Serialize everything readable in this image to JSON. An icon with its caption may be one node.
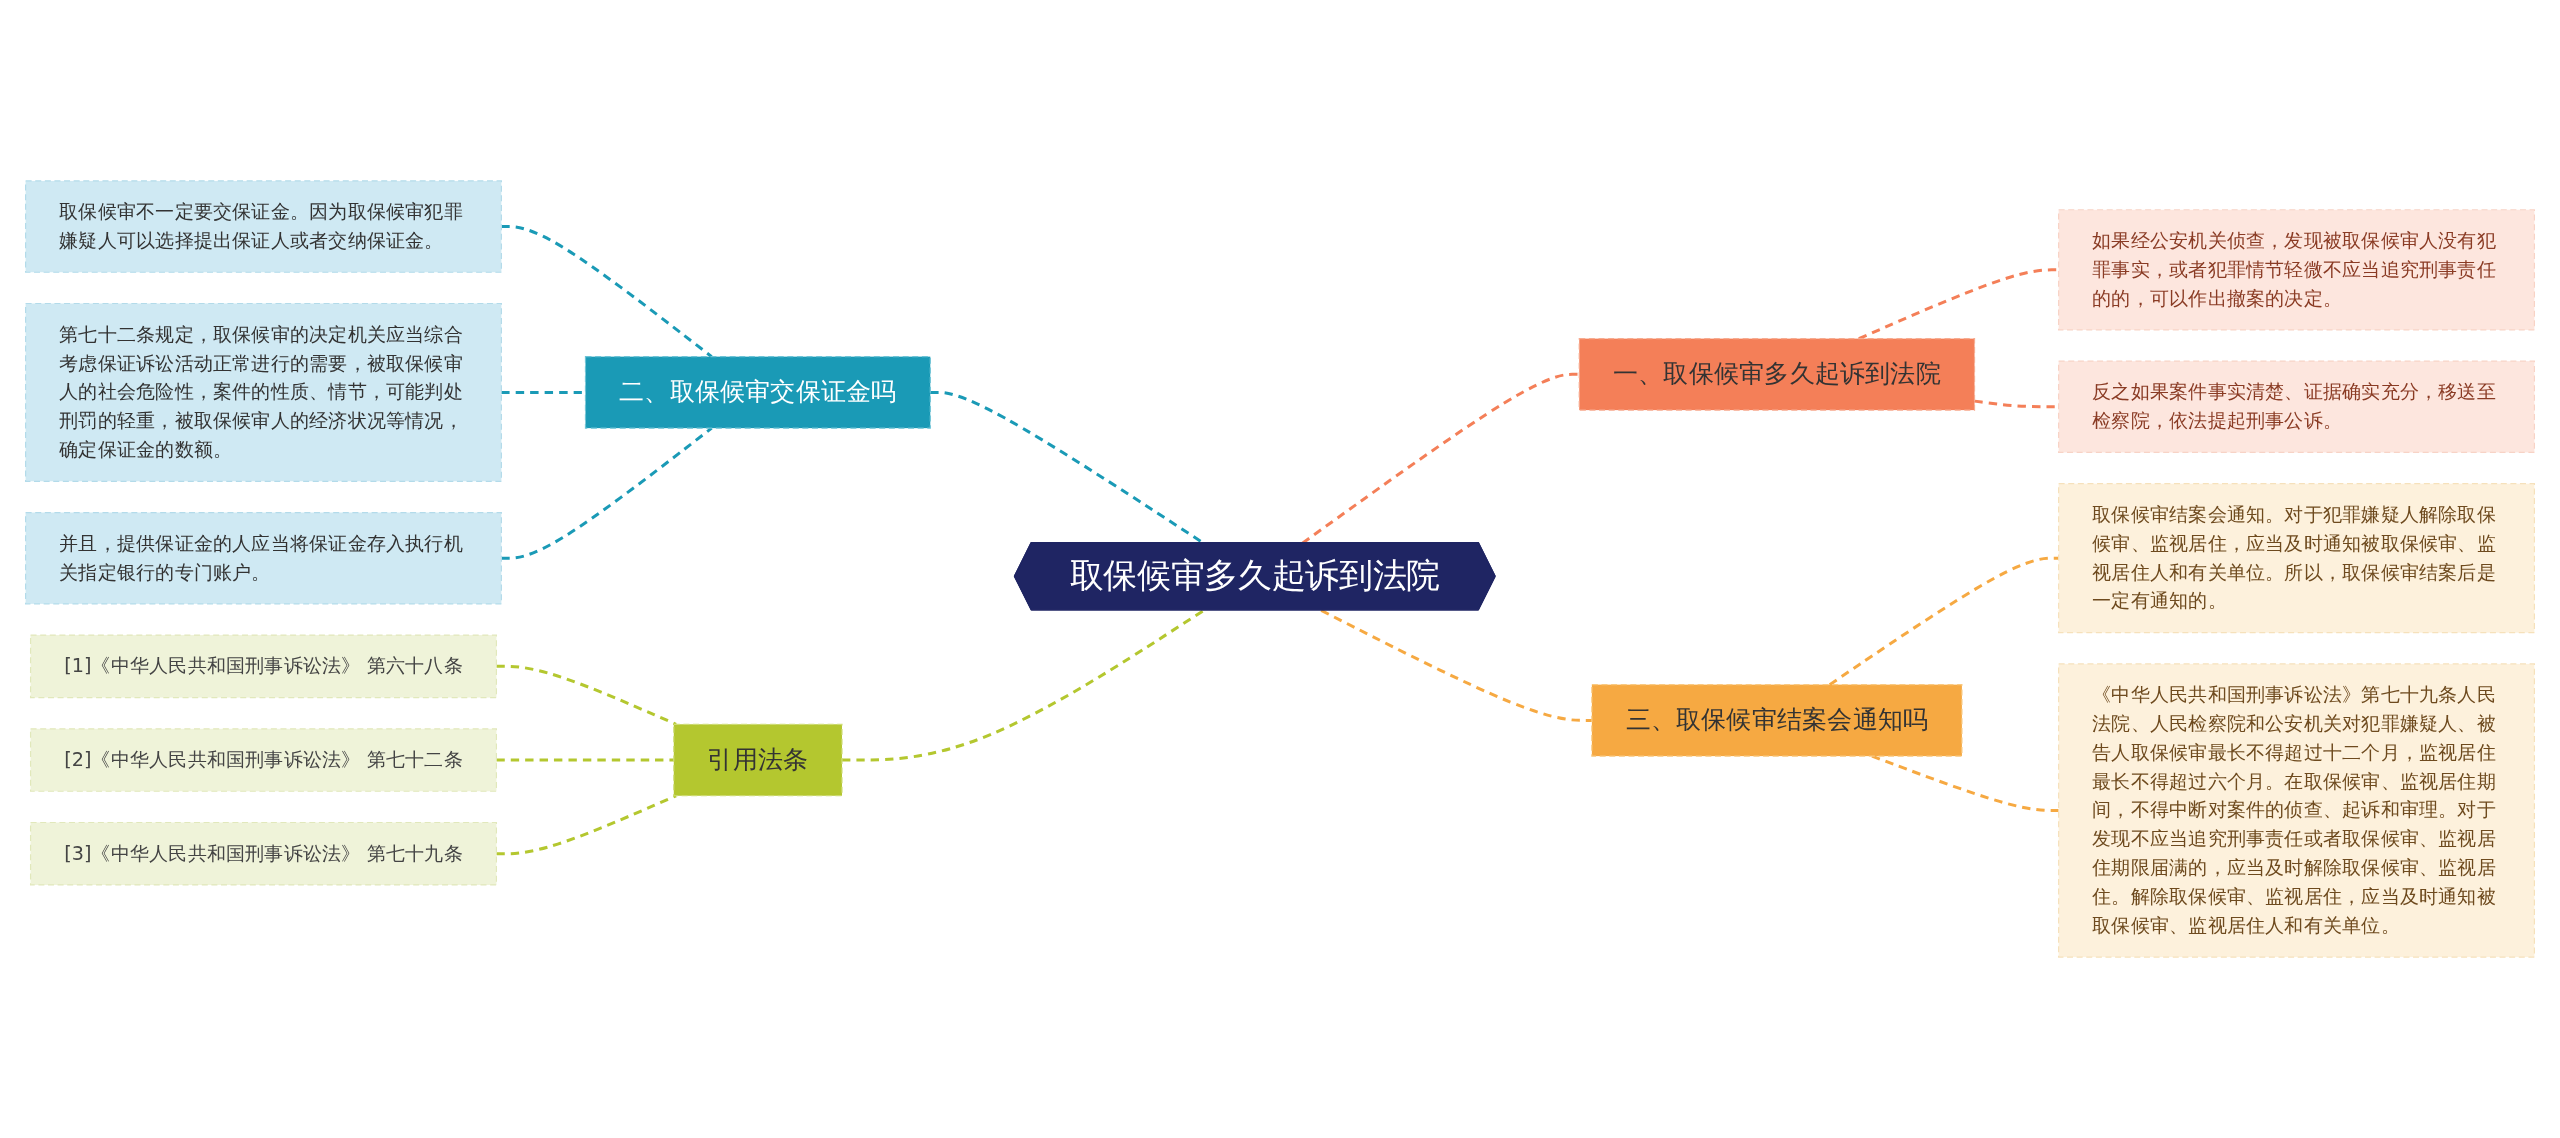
{
  "diagram": {
    "nodes": [
      {
        "text": [
          "取保候审多久起诉到法院"
        ]
      },
      {
        "text": [
          "二、取保候审交保证金吗"
        ]
      },
      {
        "text": [
          "取保候审不一定要交保证金。因为取保候审犯罪嫌疑人可以选择提出保证人或者交纳保证金。"
        ]
      },
      {
        "text": [
          "第七十二条规定，取保候审的决定机关应当综合考虑保证诉讼活动正常进行的需要，被取保候审人的社会危险性，案件的性质、情节，可能判处刑罚的轻重，被取保候审人的经济状况等情况，确定保证金的数额。"
        ]
      },
      {
        "text": [
          "并且，提供保证金的人应当将保证金存入执行机关指定银行的专门账户。"
        ]
      },
      {
        "text": [
          "引用法条"
        ]
      },
      {
        "text": [
          "[1]《中华人民共和国刑事诉讼法》 第六十八条"
        ]
      },
      {
        "text": [
          "[2]《中华人民共和国刑事诉讼法》 第七十二条"
        ]
      },
      {
        "text": [
          "[3]《中华人民共和国刑事诉讼法》 第七十九条"
        ]
      },
      {
        "text": [
          "一、取保候审多久起诉到法院"
        ]
      },
      {
        "text": [
          "如果经公安机关侦查，发现被取保候审人没有犯罪事实，或者犯罪情节轻微不应当追究刑事责任的的，可以作出撤案的决定。"
        ]
      },
      {
        "text": [
          "反之如果案件事实清楚、证据确实充分，移送至检察院，依法提起刑事公诉。"
        ]
      },
      {
        "text": [
          "三、取保候审结案会通知吗"
        ]
      },
      {
        "text": [
          "取保候审结案会通知。对于犯罪嫌疑人解除取保候审、监视居住，应当及时通知被取保候审、监视居住人和有关单位。所以，取保候审结案后是一定有通知的。"
        ]
      },
      {
        "text": [
          "《中华人民共和国刑事诉讼法》第七十九条人民法院、人民检察院和公安机关对犯罪嫌疑人、被告人取保候审最长不得超过十二个月，监视居住最长不得超过六个月。在取保候审、监视居住期间，不得中断对案件的侦查、起诉和审理。对于发现不应当追究刑事责任或者取保候审、监视居住期限届满的，应当及时解除取保候审、监视居住。解除取保候审、监视居住，应当及时通知被取保候审、监视居住人和有关单位。"
        ]
      }
    ],
    "edges": [
      {
        "from": 2,
        "to": 1,
        "arrow": "none",
        "style": "dashed",
        "color": "#1a9ab6"
      },
      {
        "from": 3,
        "to": 1,
        "arrow": "none",
        "style": "dashed",
        "color": "#1a9ab6"
      },
      {
        "from": 4,
        "to": 1,
        "arrow": "none",
        "style": "dashed",
        "color": "#1a9ab6"
      },
      {
        "from": 1,
        "to": 0,
        "arrow": "none",
        "style": "dashed",
        "color": "#1a9ab6"
      },
      {
        "from": 6,
        "to": 5,
        "arrow": "none",
        "style": "dashed",
        "color": "#b4c72f"
      },
      {
        "from": 7,
        "to": 5,
        "arrow": "none",
        "style": "dashed",
        "color": "#b4c72f"
      },
      {
        "from": 8,
        "to": 5,
        "arrow": "none",
        "style": "dashed",
        "color": "#b4c72f"
      },
      {
        "from": 5,
        "to": 0,
        "arrow": "none",
        "style": "dashed",
        "color": "#b4c72f"
      },
      {
        "from": 0,
        "to": 9,
        "arrow": "none",
        "style": "dashed",
        "color": "#f47f58"
      },
      {
        "from": 9,
        "to": 10,
        "arrow": "none",
        "style": "dashed",
        "color": "#f47f58"
      },
      {
        "from": 9,
        "to": 11,
        "arrow": "none",
        "style": "dashed",
        "color": "#f47f58"
      },
      {
        "from": 0,
        "to": 12,
        "arrow": "none",
        "style": "dashed",
        "color": "#f6a942"
      },
      {
        "from": 12,
        "to": 13,
        "arrow": "none",
        "style": "dashed",
        "color": "#f6a942"
      },
      {
        "from": 12,
        "to": 14,
        "arrow": "none",
        "style": "dashed",
        "color": "#f6a942"
      }
    ]
  }
}
